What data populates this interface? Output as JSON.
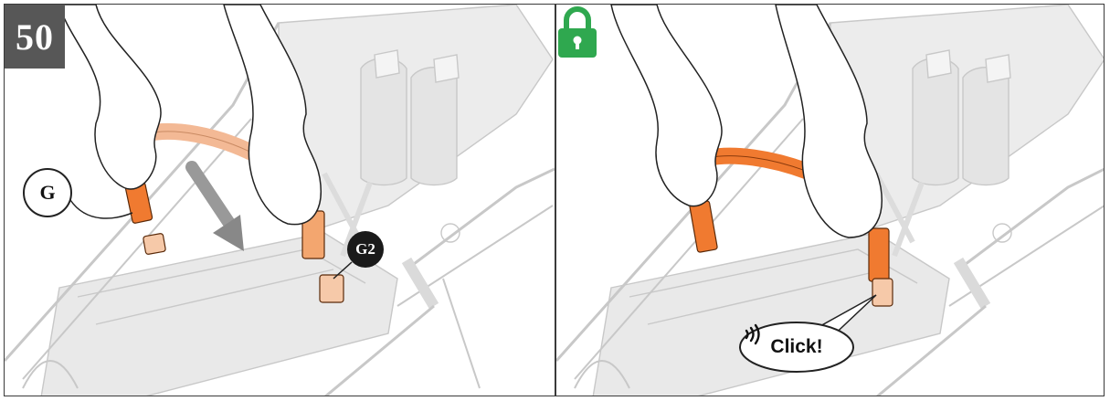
{
  "step": {
    "number": "50"
  },
  "left_panel": {
    "callout_g": "G",
    "callout_g2": "G2"
  },
  "right_panel": {
    "click_label": "Click!",
    "sound_icon": "sound-waves-icon",
    "lock_icon": "padlock-locked-icon"
  },
  "colors": {
    "strap_light": "#f3b995",
    "strap_dark": "#f07a30",
    "lock_green": "#2fa84f",
    "badge_bg": "#575757"
  }
}
